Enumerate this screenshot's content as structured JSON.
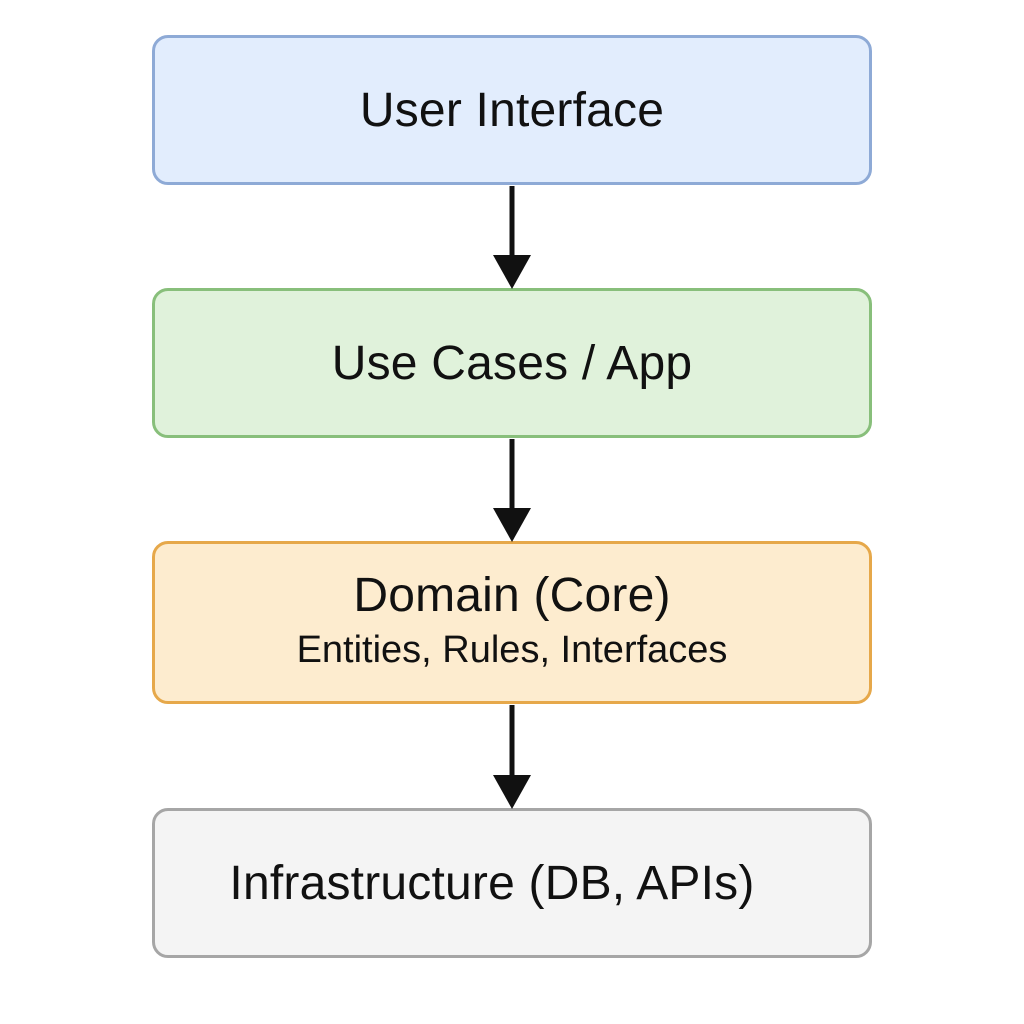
{
  "layers": [
    {
      "id": "ui",
      "title": "User Interface",
      "subtitle": "",
      "fill": "#e2edfd",
      "border": "#8eaad6"
    },
    {
      "id": "usecases",
      "title": "Use Cases / App",
      "subtitle": "",
      "fill": "#e0f2db",
      "border": "#88bf7b"
    },
    {
      "id": "domain",
      "title": "Domain (Core)",
      "subtitle": "Entities, Rules, Interfaces",
      "fill": "#fdeccf",
      "border": "#e6a84a"
    },
    {
      "id": "infra",
      "title": "Infrastructure (DB, APIs)",
      "subtitle": "",
      "fill": "#f4f4f4",
      "border": "#a6a6a6"
    }
  ],
  "arrows": [
    {
      "from": "ui",
      "to": "usecases"
    },
    {
      "from": "usecases",
      "to": "domain"
    },
    {
      "from": "domain",
      "to": "infra"
    }
  ],
  "colors": {
    "arrow": "#111111",
    "text": "#111111",
    "background": "#ffffff"
  }
}
